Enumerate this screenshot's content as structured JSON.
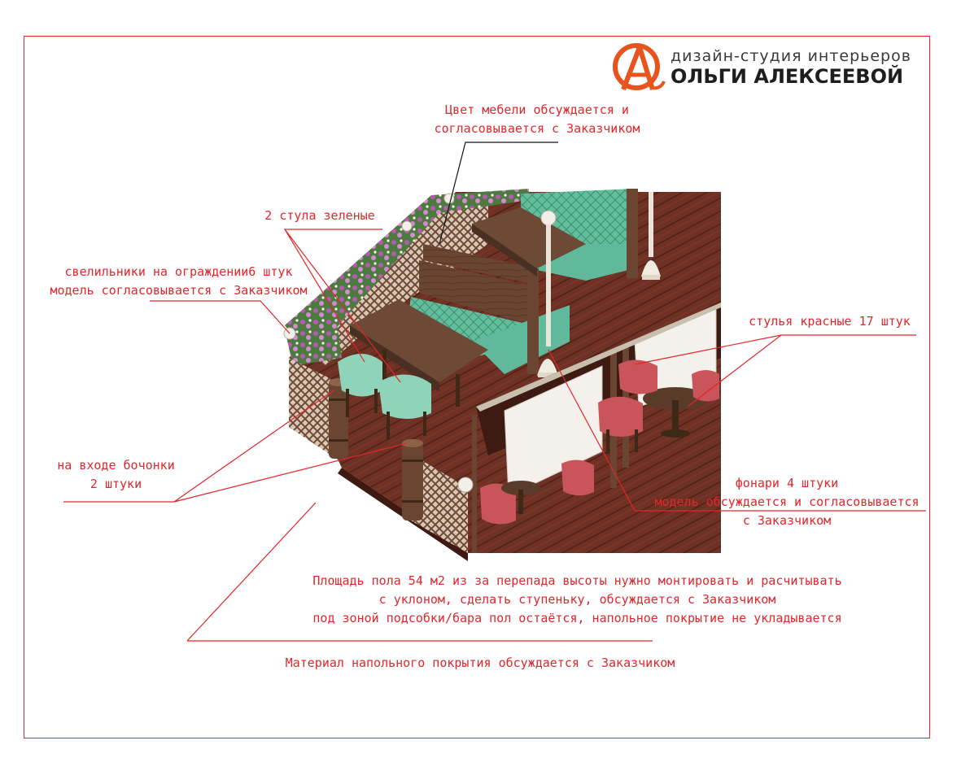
{
  "logo": {
    "subtitle": "дизайн-студия интерьеров",
    "title": "ОЛЬГИ АЛЕКСЕЕВОЙ"
  },
  "notes": {
    "furniture_color": [
      "Цвет мебели обсуждается и",
      "согласовывается с Заказчиком"
    ],
    "green_chairs": "2 стула зеленые",
    "lamps_fence": [
      "свелильники на ограждении6 штук",
      "модель согласовывается с Заказчиком"
    ],
    "red_chairs": "стулья красные 17 штук",
    "barrels": [
      "на входе бочонки",
      "2 штуки"
    ],
    "lanterns": [
      "фонари 4 штуки",
      "модель обсуждается и согласовывается",
      "с Заказчиком"
    ],
    "floor_area": [
      "Площадь пола 54 м2 из за перепада высоты нужно монтировать  и расчитывать",
      "с уклоном, сделать ступеньку, обсуждается с Заказчиком",
      "под зоной подсобки/бара пол остаётся, напольное покрытие не укладывается"
    ],
    "floor_material": "Материал напольного покрытия обсуждается с Заказчиком"
  },
  "colors": {
    "accent": "#e2262b",
    "logo_orange": "#e8541e",
    "deck": "#6b2f22",
    "wood": "#6a4632",
    "sofa_green": "#5fb99a",
    "chair_red": "#c9555a",
    "flowers": "#b65bb0"
  }
}
